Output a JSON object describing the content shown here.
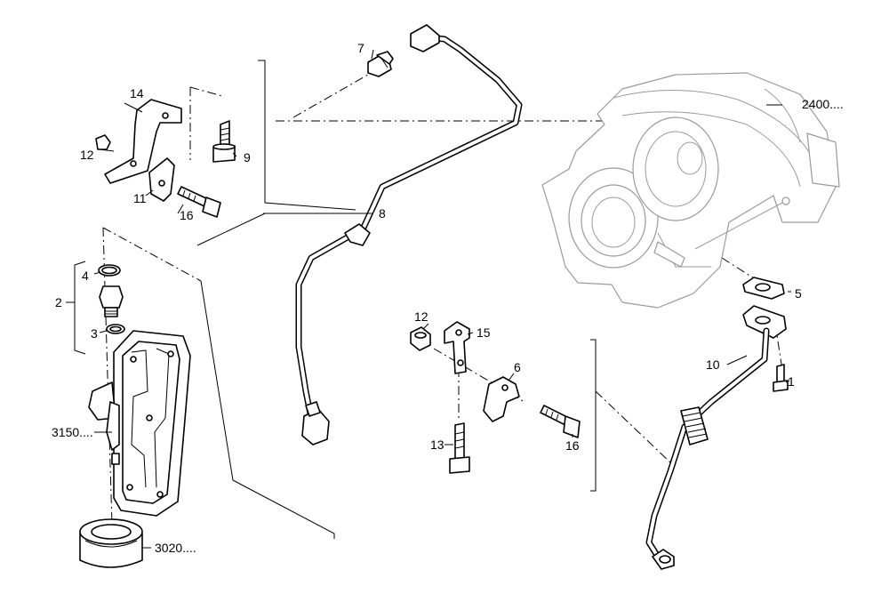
{
  "labels": {
    "p1": "1",
    "p2": "2",
    "p3": "3",
    "p4": "4",
    "p5": "5",
    "p6": "6",
    "p7": "7",
    "p8": "8",
    "p9": "9",
    "p10": "10",
    "p11": "11",
    "p12a": "12",
    "p12b": "12",
    "p13": "13",
    "p14": "14",
    "p15": "15",
    "p16a": "16",
    "p16b": "16",
    "ref2400": "2400....",
    "ref3150": "3150....",
    "ref3020": "3020...."
  }
}
